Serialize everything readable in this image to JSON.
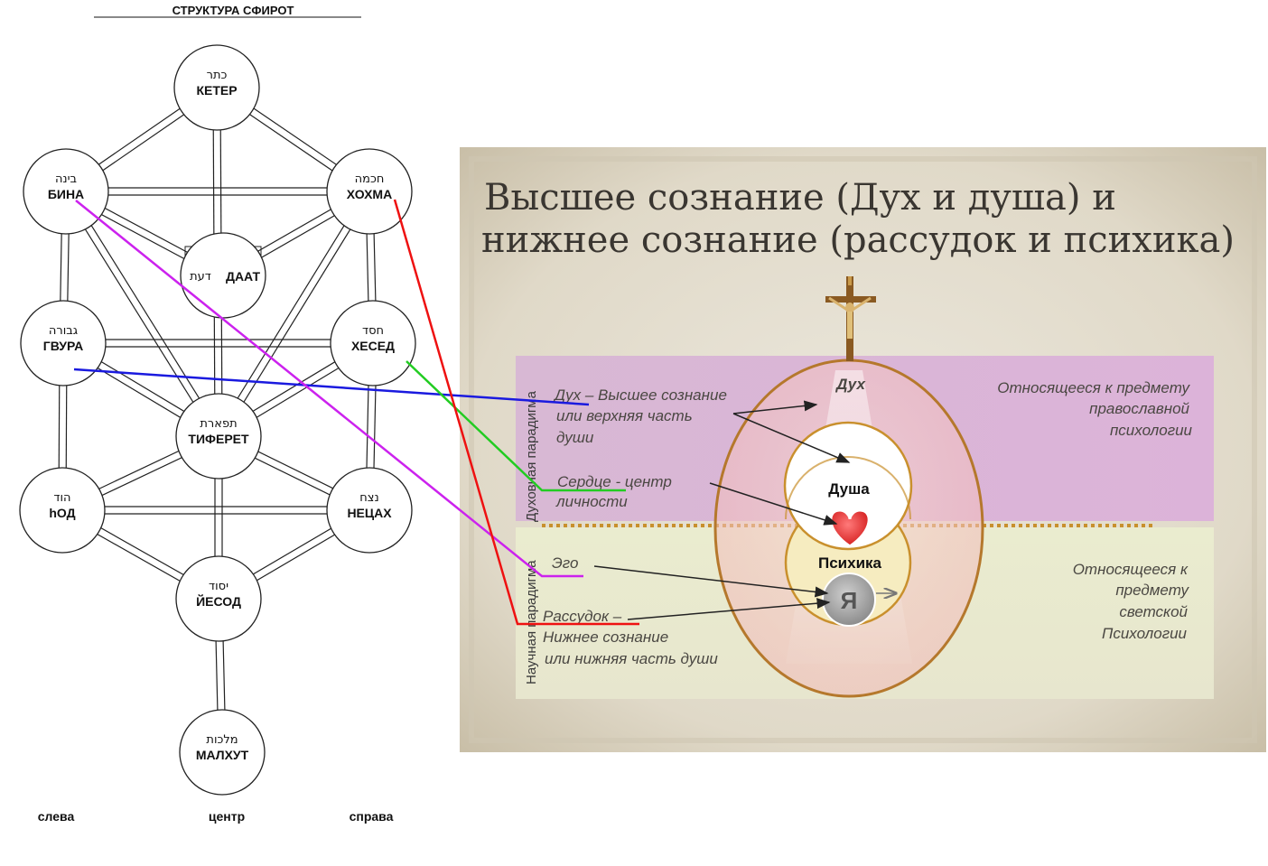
{
  "tree": {
    "title": "СТРУКТУРА СФИРОТ",
    "nodes": [
      {
        "key": "keter",
        "hebrew": "כתר",
        "name": "КЕТЕР"
      },
      {
        "key": "bina",
        "hebrew": "בינה",
        "name": "БИНА"
      },
      {
        "key": "hokhma",
        "hebrew": "חכמה",
        "name": "ХОХМА"
      },
      {
        "key": "daat",
        "hebrew": "דעת",
        "name": "ДААТ"
      },
      {
        "key": "gvura",
        "hebrew": "גבורה",
        "name": "ГВУРА"
      },
      {
        "key": "hesed",
        "hebrew": "חסד",
        "name": "ХЕСЕД"
      },
      {
        "key": "tiferet",
        "hebrew": "תפארת",
        "name": "ТИФЕРЕТ"
      },
      {
        "key": "hod",
        "hebrew": "הוד",
        "name": "hОД"
      },
      {
        "key": "netsah",
        "hebrew": "נצח",
        "name": "НЕЦАХ"
      },
      {
        "key": "yesod",
        "hebrew": "יסוד",
        "name": "ЙЕСОД"
      },
      {
        "key": "malkhut",
        "hebrew": "מלכות",
        "name": "МАЛХУТ"
      }
    ],
    "columns": {
      "left": "слева",
      "center": "центр",
      "right": "справа"
    }
  },
  "panel": {
    "title_line1": "Высшее сознание (Дух  и  душа) и",
    "title_line2": "нижнее сознание (рассудок и психика)",
    "vertical_top": "Духовная парадигма",
    "vertical_bottom": "Научная парадигма",
    "circle_dukh": "Дух",
    "circle_dusha": "Душа",
    "circle_psikhika": "Психика",
    "circle_ya": "Я",
    "label_dukh": [
      "Дух – Высшее сознание",
      "или  верхняя часть",
      "души"
    ],
    "label_serdtse": [
      "Сердце  -  центр",
      "личности"
    ],
    "label_ego": "Эго",
    "label_rassudok": [
      "Рассудок –",
      "Нижнее   сознание",
      "или  нижняя часть души"
    ],
    "right_top": [
      "Относящееся  к предмету",
      "православной",
      "психологии"
    ],
    "right_bottom": [
      "Относящееся  к",
      "предмету",
      "светской",
      "Психологии"
    ]
  },
  "colors": {
    "link_gvura": "#1a1adf",
    "link_hesed": "#22cc22",
    "link_bina": "#cc22ee",
    "link_hokhma": "#ee1111",
    "top_band": "#d9b5d6",
    "bottom_band": "#e8e9cd",
    "panel_paper": "#e6e0d2",
    "ellipse_stroke": "#b5782c"
  }
}
